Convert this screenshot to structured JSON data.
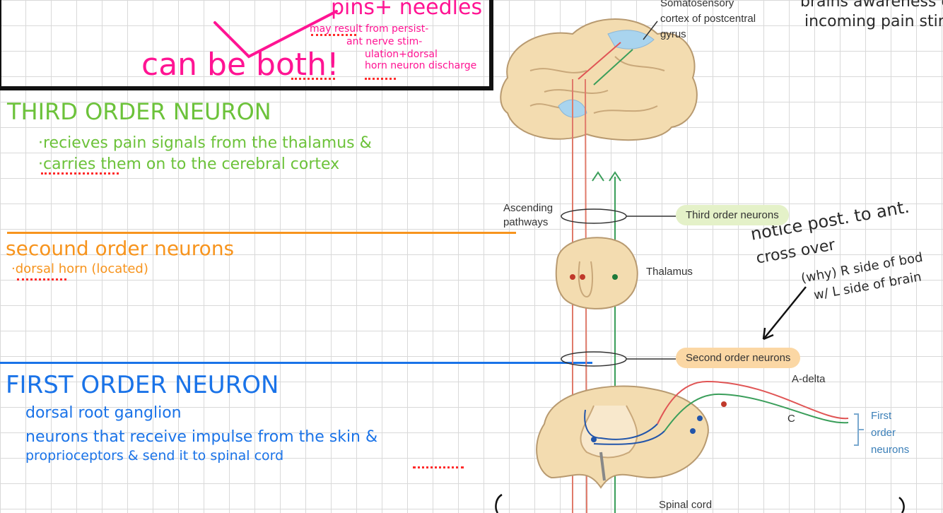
{
  "notes": {
    "pins_heading": "pins+ needles",
    "pins_detail_1": "may result from persist-",
    "pins_detail_2": "ant nerve stim-",
    "pins_detail_3": "ulation+dorsal",
    "pins_detail_4": "horn neuron discharge",
    "can_be_both": "can be both!",
    "third_title": "THIRD ORDER NEURON",
    "third_line1": "·recieves pain signals from the thalamus &",
    "third_line2": "·carries them on to the cerebral cortex",
    "second_title": "secound order neurons",
    "second_line1": "·dorsal horn (located)",
    "first_title": "FIRST ORDER NEURON",
    "first_line1": "dorsal root ganglion",
    "first_line2": "neurons that receive impulse from the skin &",
    "first_line3": "proprioceptors & send it to spinal cord",
    "brains_1": "brains awareness of",
    "brains_2": "incoming pain stimu",
    "notice_1": "notice post. to ant.",
    "notice_2": "cross over",
    "notice_3": "(why) R side of bod",
    "notice_4": "w/ L side of brain"
  },
  "figure": {
    "somato_1": "Somatosensory",
    "somato_2": "cortex of postcentral",
    "somato_3": "gyrus",
    "ascending_1": "Ascending",
    "ascending_2": "pathways",
    "third_order": "Third order neurons",
    "thalamus": "Thalamus",
    "second_order": "Second order neurons",
    "a_delta": "A-delta",
    "c_fiber": "C",
    "first_1": "First",
    "first_2": "order",
    "first_3": "neurons",
    "spinal_cord": "Spinal cord"
  },
  "colors": {
    "pink": "#ff1493",
    "green": "#6cc23a",
    "orange": "#f7941d",
    "blue": "#1a73e8",
    "pill_green": "#e4f1c8",
    "pill_orange": "#fbd7a4",
    "tissue": "#f3dcb0"
  }
}
